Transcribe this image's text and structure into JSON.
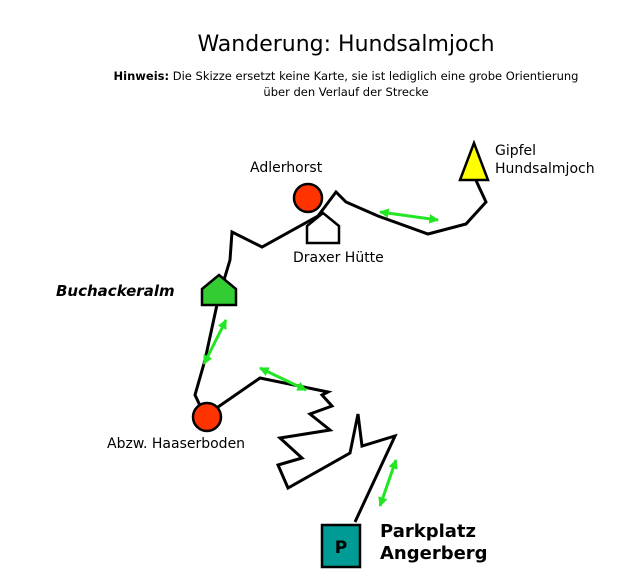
{
  "header": {
    "title": "Wanderung: Hundsalmjoch",
    "note_label": "Hinweis:",
    "note_text": "Die Skizze ersetzt keine Karte, sie ist lediglich eine grobe Orientierung über den Verlauf der Strecke"
  },
  "places": {
    "adlerhorst": "Adlerhorst",
    "gipfel_line1": "Gipfel",
    "gipfel_line2": "Hundsalmjoch",
    "draxer": "Draxer Hütte",
    "buchackeralm": "Buchackeralm",
    "haaserboden": "Abzw. Haaserboden",
    "parkplatz_line1": "Parkplatz",
    "parkplatz_line2": "Angerberg",
    "parking_letter": "P"
  },
  "colors": {
    "route": "#000000",
    "arrow": "#22e622",
    "waypoint_red": "#ff3300",
    "hut_green": "#33cc33",
    "summit_yellow": "#ffff00",
    "parking_teal": "#009b94"
  },
  "icons": {
    "summit": "triangle-icon",
    "waypoint": "circle-icon",
    "hut": "house-icon",
    "parking": "parking-icon"
  }
}
